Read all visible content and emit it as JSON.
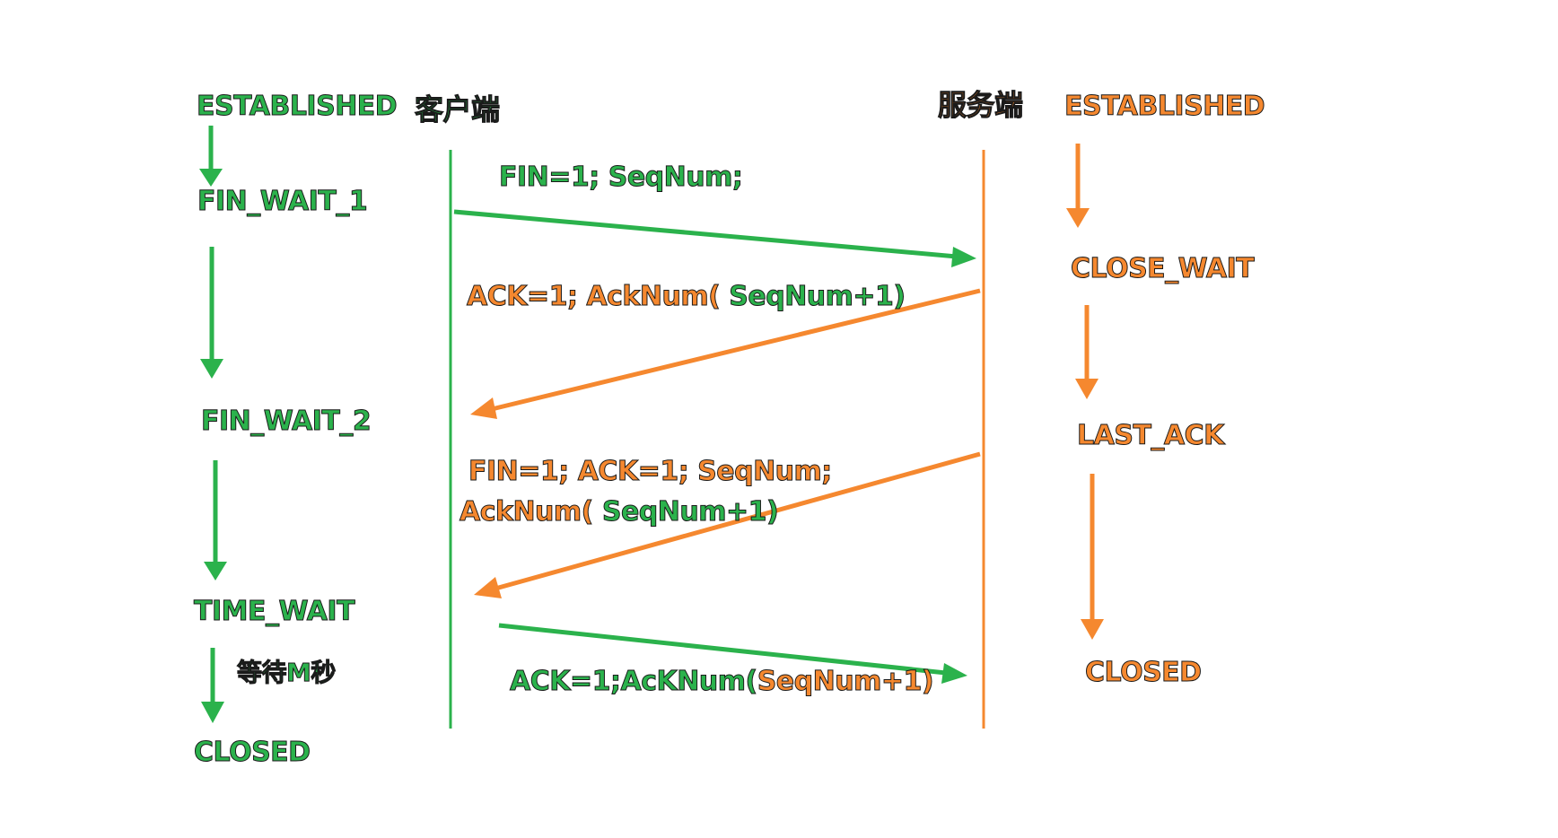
{
  "colors": {
    "client": "#2bb24c",
    "server": "#f5882f"
  },
  "client": {
    "title": "客户端",
    "states": [
      "ESTABLISHED",
      "FIN_WAIT_1",
      "FIN_WAIT_2",
      "TIME_WAIT",
      "CLOSED"
    ],
    "wait_note": "等待M秒"
  },
  "server": {
    "title": "服务端",
    "states": [
      "ESTABLISHED",
      "CLOSE_WAIT",
      "LAST_ACK",
      "CLOSED"
    ]
  },
  "messages": {
    "m1": "FIN=1; SeqNum;",
    "m2_ack": "ACK=1; AckNum(",
    "m2_seq": " SeqNum+1)",
    "m3_line1": "FIN=1; ACK=1; SeqNum;",
    "m3_ack": "AckNum(",
    "m3_seq": " SeqNum+1)",
    "m4_ack": "ACK=1;AcKNum(",
    "m4_seq": "SeqNum+1)"
  }
}
